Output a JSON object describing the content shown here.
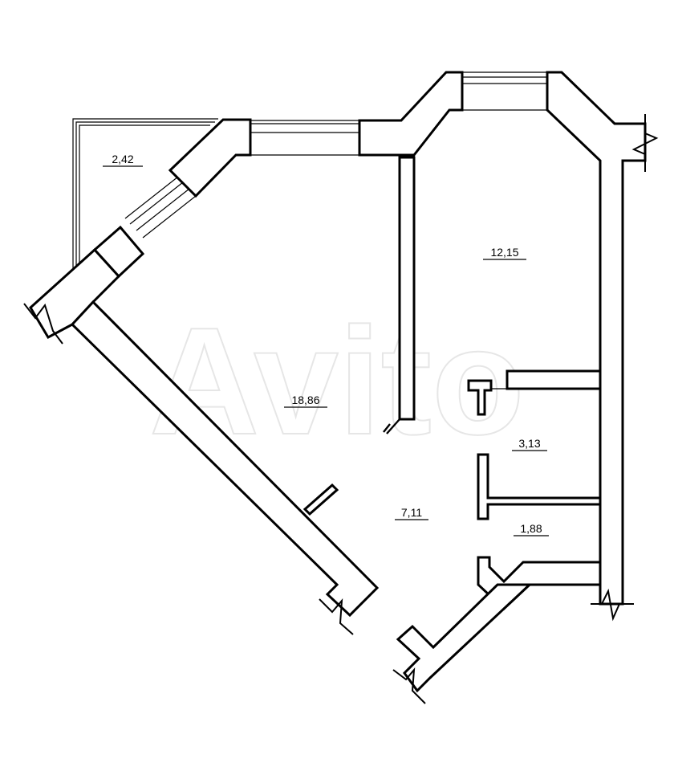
{
  "watermark": "Avito",
  "rooms": [
    {
      "id": "loggia",
      "area": "2,42"
    },
    {
      "id": "living-room",
      "area": "18,86"
    },
    {
      "id": "bedroom",
      "area": "12,15"
    },
    {
      "id": "hallway",
      "area": "7,11"
    },
    {
      "id": "bathroom",
      "area": "3,13"
    },
    {
      "id": "toilet",
      "area": "1,88"
    }
  ]
}
